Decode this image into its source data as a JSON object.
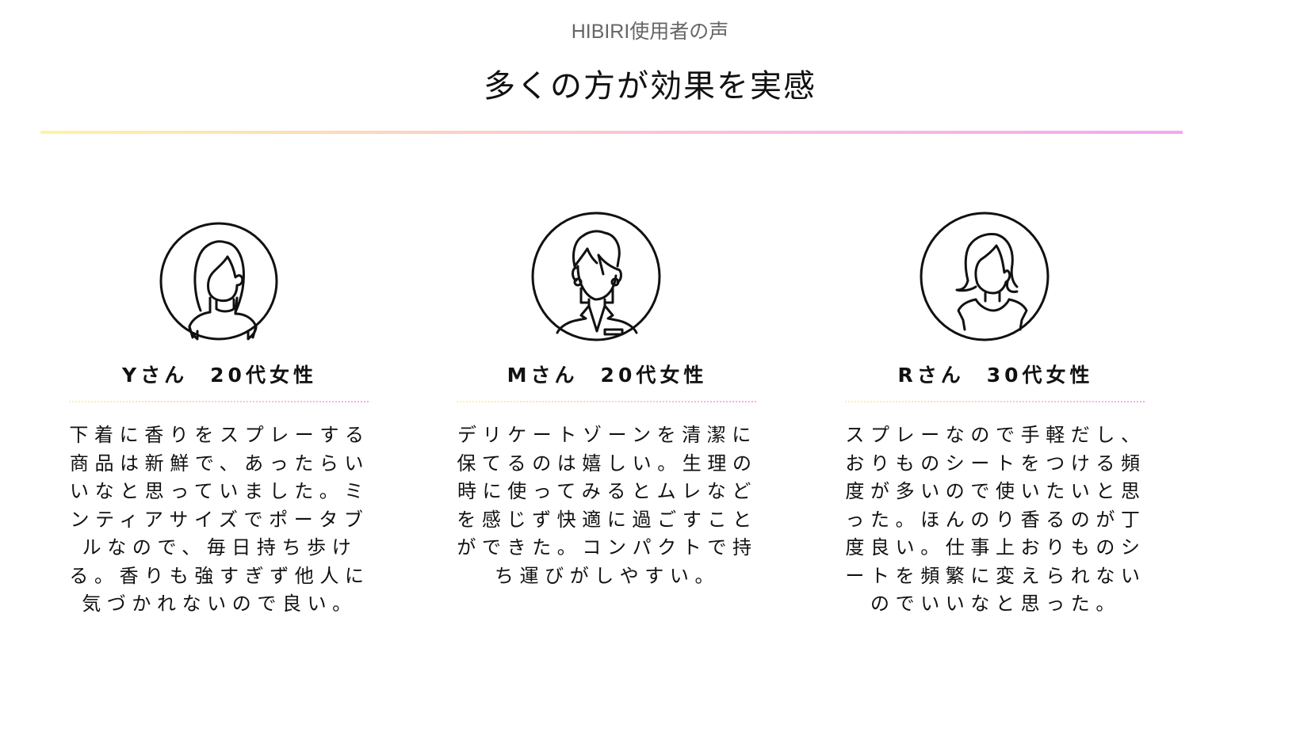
{
  "header": {
    "subtitle": "HIBIRI使用者の声",
    "title": "多くの方が効果を実感",
    "accent_gradient": [
      "#fff3a3",
      "#f7a6ef"
    ]
  },
  "testimonials": [
    {
      "avatar_icon": "woman-long-hair-avatar-icon",
      "name": "Yさん",
      "demographic": "20代女性",
      "lines": [
        "下着に香りをスプレーする",
        "商品は新鮮で、あったらい",
        "いなと思っていました。ミ",
        "ンティアサイズでポータブ",
        "ルなので、毎日持ち歩け",
        "る。香りも強すぎず他人に",
        "気づかれないので良い。"
      ]
    },
    {
      "avatar_icon": "woman-business-avatar-icon",
      "name": "Mさん",
      "demographic": "20代女性",
      "lines": [
        "デリケートゾーンを清潔に",
        "保てるのは嬉しい。生理の",
        "時に使ってみるとムレなど",
        "を感じず快適に過ごすこと",
        "ができた。コンパクトで持",
        "ち運びがしやすい。"
      ]
    },
    {
      "avatar_icon": "woman-bob-hair-avatar-icon",
      "name": "Rさん",
      "demographic": "30代女性",
      "lines": [
        "スプレーなので手軽だし、",
        "おりものシートをつける頻",
        "度が多いので使いたいと思",
        "った。ほんのり香るのが丁",
        "度良い。仕事上おりものシ",
        "ートを頻繁に変えられない",
        "のでいいなと思った。"
      ]
    }
  ]
}
